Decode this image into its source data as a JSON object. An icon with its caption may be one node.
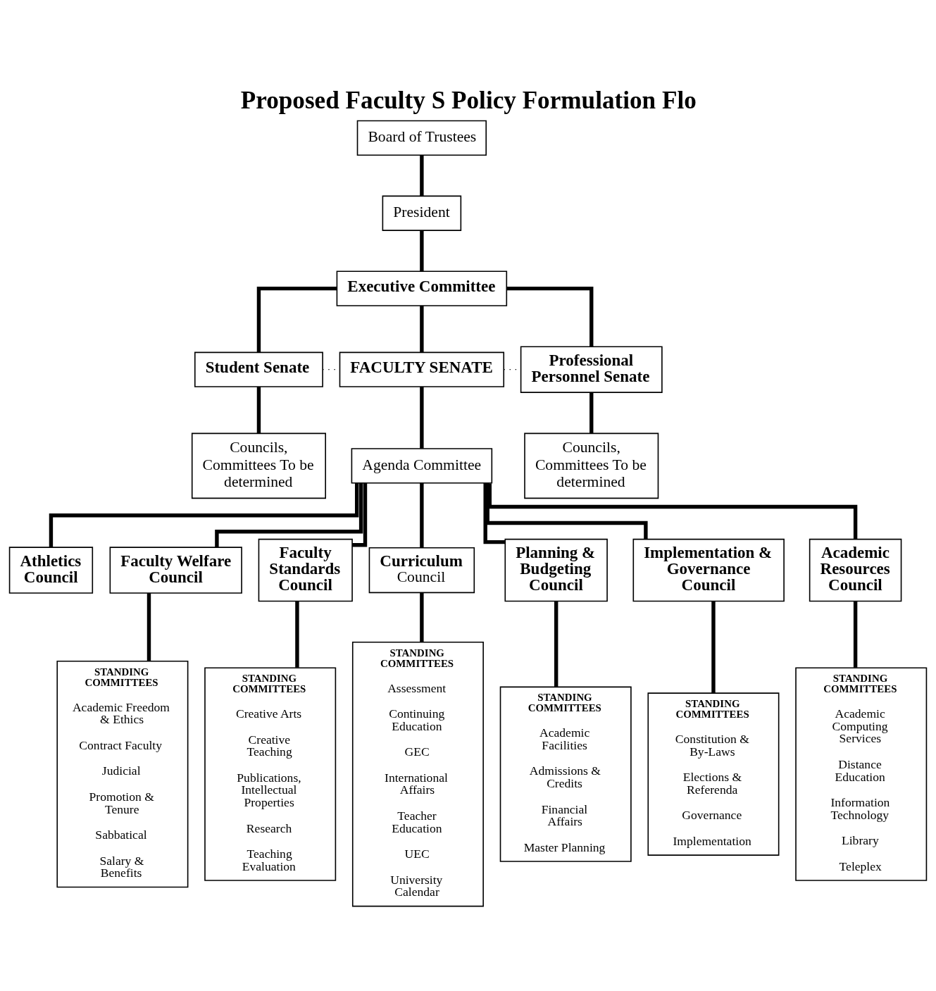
{
  "diagram": {
    "title": "Proposed Faculty S Policy Formulation Flo",
    "nodes": [
      {
        "text": [
          "Board of Trustees"
        ]
      },
      {
        "text": [
          "President"
        ]
      },
      {
        "text": [
          "Executive Committee"
        ]
      },
      {
        "text": [
          "Student Senate"
        ]
      },
      {
        "text": [
          "FACULTY SENATE"
        ]
      },
      {
        "text": [
          "Professional Personnel Senate"
        ]
      },
      {
        "text": [
          "Councils, Committees To be determined"
        ]
      },
      {
        "text": [
          "Agenda Committee"
        ]
      },
      {
        "text": [
          "Councils, Committees To be determined"
        ]
      },
      {
        "text": [
          "Athletics Council"
        ]
      },
      {
        "text": [
          "Faculty Welfare Council"
        ]
      },
      {
        "text": [
          "Faculty Standards Council"
        ]
      },
      {
        "text": [
          "Curriculum",
          "Council"
        ]
      },
      {
        "text": [
          "Planning & Budgeting Council"
        ]
      },
      {
        "text": [
          "Implementation & Governance Council"
        ]
      },
      {
        "text": [
          "Academic Resources Council"
        ]
      },
      {
        "text": [
          "STANDING COMMITTEES",
          "Academic Freedom & Ethics",
          "Contract Faculty",
          "Judicial",
          "Promotion & Tenure",
          "Sabbatical",
          "Salary & Benefits"
        ]
      },
      {
        "text": [
          "STANDING COMMITTEES",
          "Creative Arts",
          "Creative Teaching",
          "Publications, Intellectual Properties",
          "Research",
          "Teaching Evaluation"
        ]
      },
      {
        "text": [
          "STANDING COMMITTEES",
          "Assessment",
          "Continuing Education",
          "GEC",
          "International Affairs",
          "Teacher Education",
          "UEC",
          "University Calendar"
        ]
      },
      {
        "text": [
          "STANDING COMMITTEES",
          "Academic Facilities",
          "Admissions & Credits",
          "Financial Affairs",
          "Master Planning"
        ]
      },
      {
        "text": [
          "STANDING COMMITTEES",
          "Constitution & By-Laws",
          "Elections & Referenda",
          "Governance",
          "Implementation"
        ]
      },
      {
        "text": [
          "STANDING COMMITTEES",
          "Academic Computing Services",
          "Distance Education",
          "Information Technology",
          "Library",
          "Teleplex"
        ]
      }
    ],
    "edges": [
      {
        "from": 0,
        "to": 1,
        "arrow": "none"
      },
      {
        "from": 1,
        "to": 2,
        "arrow": "none"
      },
      {
        "from": 2,
        "to": 3,
        "arrow": "none"
      },
      {
        "from": 2,
        "to": 4,
        "arrow": "none"
      },
      {
        "from": 2,
        "to": 5,
        "arrow": "none"
      },
      {
        "from": 3,
        "to": 4,
        "arrow": "none",
        "style": "dashed"
      },
      {
        "from": 4,
        "to": 5,
        "arrow": "none",
        "style": "dashed"
      },
      {
        "from": 3,
        "to": 6,
        "arrow": "none"
      },
      {
        "from": 4,
        "to": 7,
        "arrow": "none"
      },
      {
        "from": 5,
        "to": 8,
        "arrow": "none"
      },
      {
        "from": 7,
        "to": 9,
        "arrow": "none"
      },
      {
        "from": 7,
        "to": 10,
        "arrow": "none"
      },
      {
        "from": 7,
        "to": 11,
        "arrow": "none"
      },
      {
        "from": 7,
        "to": 12,
        "arrow": "none"
      },
      {
        "from": 7,
        "to": 13,
        "arrow": "none"
      },
      {
        "from": 7,
        "to": 14,
        "arrow": "none"
      },
      {
        "from": 7,
        "to": 15,
        "arrow": "none"
      },
      {
        "from": 10,
        "to": 16,
        "arrow": "none"
      },
      {
        "from": 11,
        "to": 17,
        "arrow": "none"
      },
      {
        "from": 12,
        "to": 18,
        "arrow": "none"
      },
      {
        "from": 13,
        "to": 19,
        "arrow": "none"
      },
      {
        "from": 14,
        "to": 20,
        "arrow": "none"
      },
      {
        "from": 15,
        "to": 21,
        "arrow": "none"
      }
    ]
  }
}
